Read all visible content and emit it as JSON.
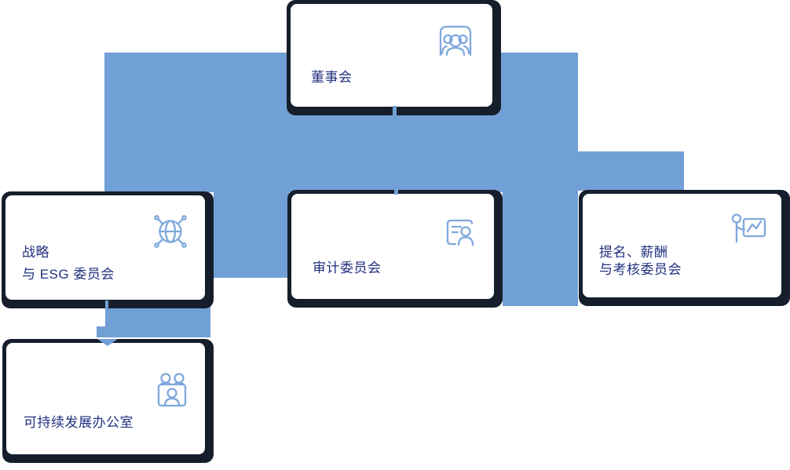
{
  "diagram": {
    "type": "org-chart",
    "colors": {
      "connector_blue": "#71a0d6",
      "frame_navy": "#161e2c",
      "card_white": "#ffffff",
      "label_indigo": "#22307f",
      "icon_blue": "#7fa9dc"
    },
    "nodes": {
      "board": {
        "lines": [
          "董事会"
        ],
        "icon": "people-meeting-icon"
      },
      "strategy_esg": {
        "lines": [
          "战略",
          "与 ESG 委员会"
        ],
        "icon": "network-globe-icon"
      },
      "audit": {
        "lines": [
          "审计委员会"
        ],
        "icon": "id-card-person-icon"
      },
      "nomination": {
        "lines": [
          "提名、薪酬",
          "与考核委员会"
        ],
        "icon": "presenter-chart-icon"
      },
      "sustainability_office": {
        "lines": [
          "可持续发展办公室"
        ],
        "icon": "team-meeting-icon"
      }
    },
    "edges": [
      "board -> strategy_esg",
      "board -> audit",
      "board -> nomination",
      "strategy_esg -> sustainability_office"
    ]
  }
}
